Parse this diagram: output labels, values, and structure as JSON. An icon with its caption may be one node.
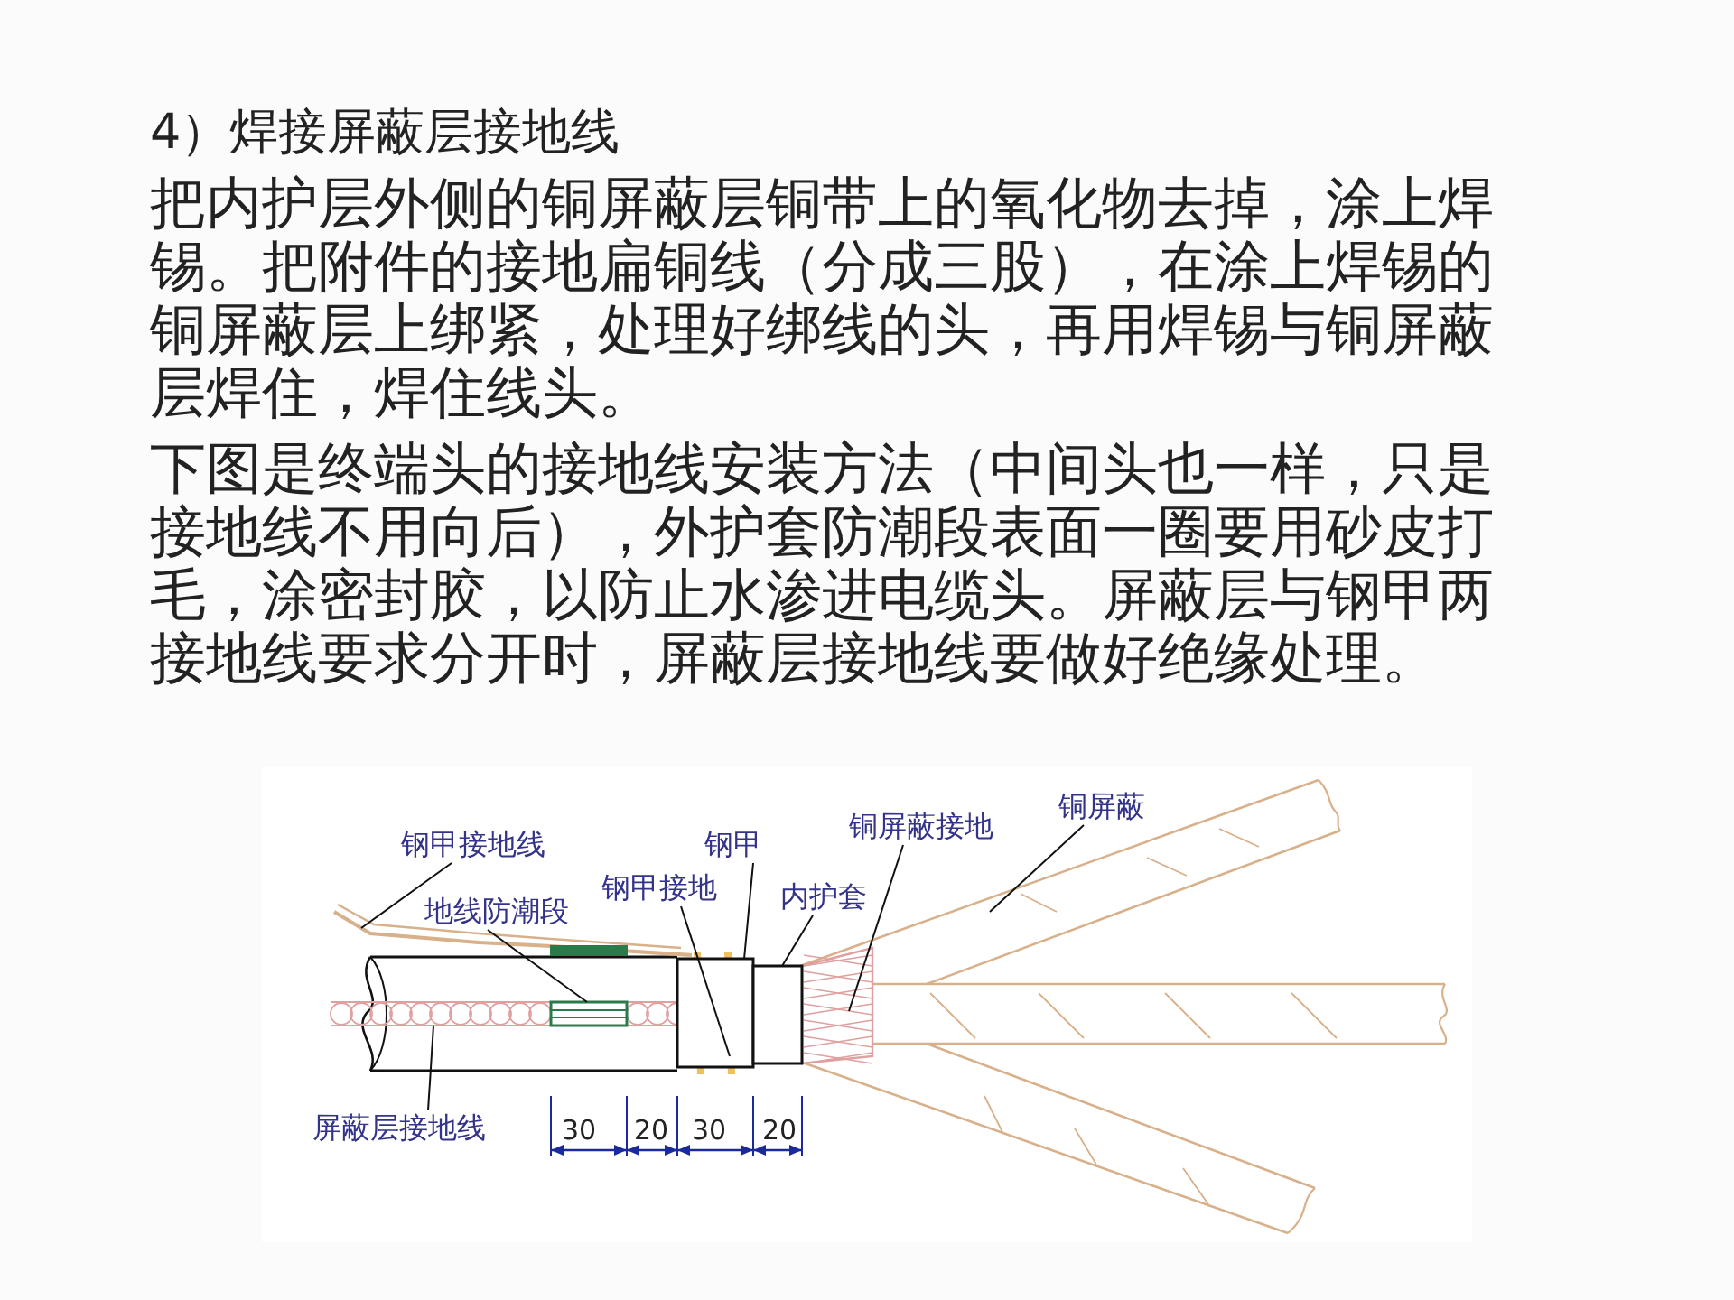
{
  "diagram": {
    "title": "4）焊接屏蔽层接地线",
    "nodes": [
      {
        "text": [
          "钢甲接地线"
        ]
      },
      {
        "text": [
          "钢甲"
        ]
      },
      {
        "text": [
          "铜屏蔽接地"
        ]
      },
      {
        "text": [
          "铜屏蔽"
        ]
      },
      {
        "text": [
          "地线防潮段"
        ]
      },
      {
        "text": [
          "钢甲接地"
        ]
      },
      {
        "text": [
          "内护套"
        ]
      },
      {
        "text": [
          "屏蔽层接地线"
        ]
      },
      {
        "text": [],
        "shape": "bar"
      },
      {
        "text": [],
        "shape": "box"
      },
      {
        "text": [],
        "shape": "bar"
      },
      {
        "text": [],
        "shape": "box"
      },
      {
        "text": [],
        "shape": "box"
      },
      {
        "text": [],
        "shape": "cone"
      },
      {
        "text": [],
        "shape": "cylinder"
      },
      {
        "text": [],
        "shape": "bar"
      }
    ],
    "edges": [
      {
        "from": 0,
        "to": 8,
        "arrow": "none"
      },
      {
        "from": 4,
        "to": 9,
        "arrow": "none"
      },
      {
        "from": 5,
        "to": 10,
        "arrow": "none"
      },
      {
        "from": 1,
        "to": 11,
        "arrow": "none"
      },
      {
        "from": 6,
        "to": 12,
        "arrow": "none"
      },
      {
        "from": 2,
        "to": 13,
        "arrow": "none"
      },
      {
        "from": 3,
        "to": 14,
        "arrow": "none"
      },
      {
        "from": 7,
        "to": 15,
        "arrow": "none"
      }
    ],
    "labels": [
      "把内护层外侧的铜屏蔽层铜带上的氧化物去掉，涂上焊锡。把附件的接地扁铜线（分成三股），在涂上焊锡的铜屏蔽层上绑紧，处理好绑线的头，再用焊锡与铜屏蔽层焊住，焊住线头。",
      "下图是终端头的接地线安装方法（中间头也一样，只是接地线不用向后），外护套防潮段表面一圈要用砂皮打毛，涂密封胶，以防止水渗进电缆头。屏蔽层与钢甲两接地线要求分开时，屏蔽层接地线要做好绝缘处理。",
      "30",
      "20",
      "30",
      "20"
    ]
  }
}
